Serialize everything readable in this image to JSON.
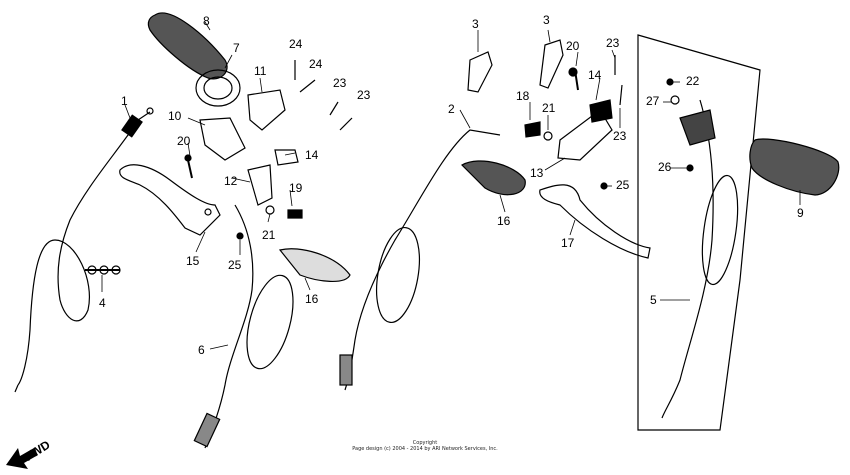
{
  "diagram": {
    "callouts": [
      "1",
      "2",
      "3",
      "3",
      "4",
      "5",
      "6",
      "7",
      "8",
      "9",
      "10",
      "11",
      "12",
      "13",
      "14",
      "14",
      "15",
      "16",
      "16",
      "17",
      "18",
      "19",
      "20",
      "20",
      "21",
      "21",
      "22",
      "23",
      "23",
      "23",
      "23",
      "24",
      "24",
      "25",
      "25",
      "26",
      "27"
    ],
    "fwd_label": "FWD",
    "copyright_line1": "Copyright",
    "copyright_line2": "Page design (c) 2004 - 2014 by ARI Network Services, Inc.",
    "colors": {
      "ink": "#000000",
      "paper": "#ffffff"
    }
  }
}
